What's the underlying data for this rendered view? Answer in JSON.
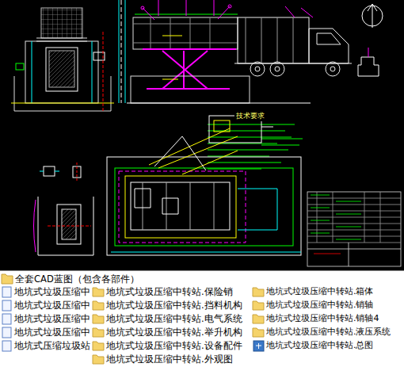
{
  "diagram": {
    "labels": [
      "技术要求",
      "全套CAD蓝图（包含各部件）",
      "地坑式垃圾压缩中",
      "地坑式垃圾压缩中",
      "地坑式垃圾压缩中",
      "地坑式垃圾压缩中",
      "地坑式压缩垃圾站",
      "地坑式垃圾压缩中转站.保险销",
      "地坑式垃圾压缩中转站.挡料机构",
      "地坑式垃圾压缩中转站.电气系统",
      "地坑式垃圾压缩中转站.举升机构",
      "地坑式垃圾压缩中转站.设备配件",
      "地坑式垃圾压缩中转站.外观图",
      "地坑式垃圾压缩中转站.箱体",
      "地坑式垃圾压缩中转站.销轴",
      "地坑式垃圾压缩中转站.销轴4",
      "地坑式垃圾压缩中转站.液压系统",
      "地坑式垃圾压缩中转站.总图"
    ]
  }
}
